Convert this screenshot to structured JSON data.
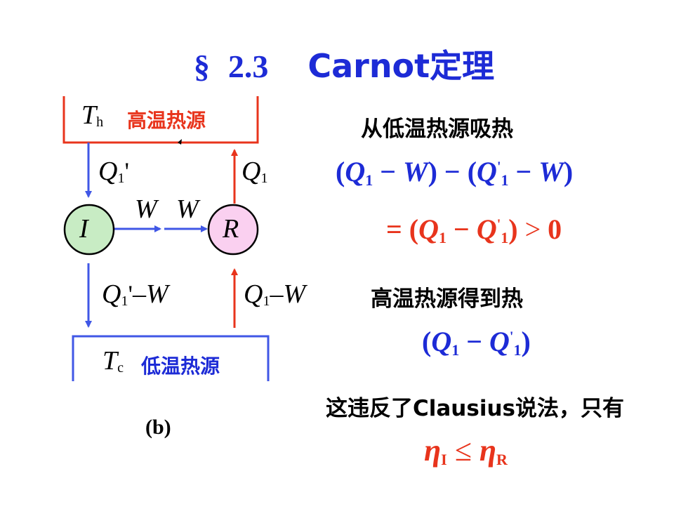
{
  "title": {
    "section": "§",
    "number": "2.3",
    "text": "Carnot定理"
  },
  "diagram": {
    "hot_reservoir": {
      "symbol": "T",
      "subscript": "h",
      "label": "高温热源"
    },
    "cold_reservoir": {
      "symbol": "T",
      "subscript": "c",
      "label": "低温热源"
    },
    "engine_i": "I",
    "engine_r": "R",
    "q1_prime": {
      "symbol": "Q",
      "subscript": "1",
      "prime": "'"
    },
    "q1": {
      "symbol": "Q",
      "subscript": "1"
    },
    "w_left": "W",
    "w_right": "W",
    "q1_prime_minus_w": {
      "symbol": "Q",
      "subscript": "1",
      "prime": "'",
      "tail": "–W"
    },
    "q1_minus_w": {
      "symbol": "Q",
      "subscript": "1",
      "tail": "–W"
    },
    "caption": "(b)",
    "colors": {
      "hot": "#e8341c",
      "cold": "#4057e6",
      "engine_fill": "#c8ecc4"
    }
  },
  "right": {
    "text1": "从低温热源吸热",
    "eq1": {
      "open1": "(",
      "q": "Q",
      "sub": "1",
      "minus": " − ",
      "w": "W",
      "close1": ")",
      "mid": " − ",
      "open2": "(",
      "q2": "Q",
      "sup2": "'",
      "sub2": "1",
      "minus2": " − ",
      "w2": "W",
      "close2": ")"
    },
    "eq2": {
      "eq": "= ",
      "open": "(",
      "q": "Q",
      "sub": "1",
      "minus": " − ",
      "q2": "Q",
      "sup2": "'",
      "sub2": "1",
      "close": ")",
      "gt": " > ",
      "zero": "0"
    },
    "text2": "高温热源得到热",
    "eq3": {
      "open": "(",
      "q": "Q",
      "sub": "1",
      "minus": " − ",
      "q2": "Q",
      "sup2": "'",
      "sub2": "1",
      "close": ")"
    },
    "text3": "这违反了Clausius说法，只有",
    "eq4": {
      "eta": "η",
      "sub1": "I",
      "le": " ≤ ",
      "eta2": "η",
      "sub2": "R"
    }
  }
}
